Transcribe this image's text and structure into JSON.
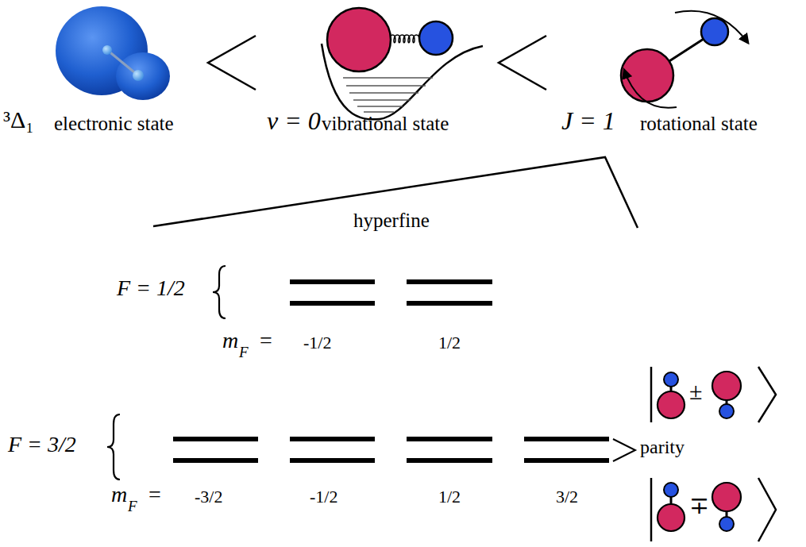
{
  "diagram": {
    "labels": [
      "³Δ₁",
      "electronic state",
      "v = 0",
      "vibrational state",
      "J = 1",
      "rotational state",
      "hyperfine",
      "F = 1/2",
      "m",
      "F",
      "=",
      "-1/2",
      "1/2",
      "±",
      "F = 3/2",
      "parity",
      "m",
      "F",
      "=",
      "-3/2",
      "-1/2",
      "1/2",
      "3/2",
      "∓"
    ]
  }
}
